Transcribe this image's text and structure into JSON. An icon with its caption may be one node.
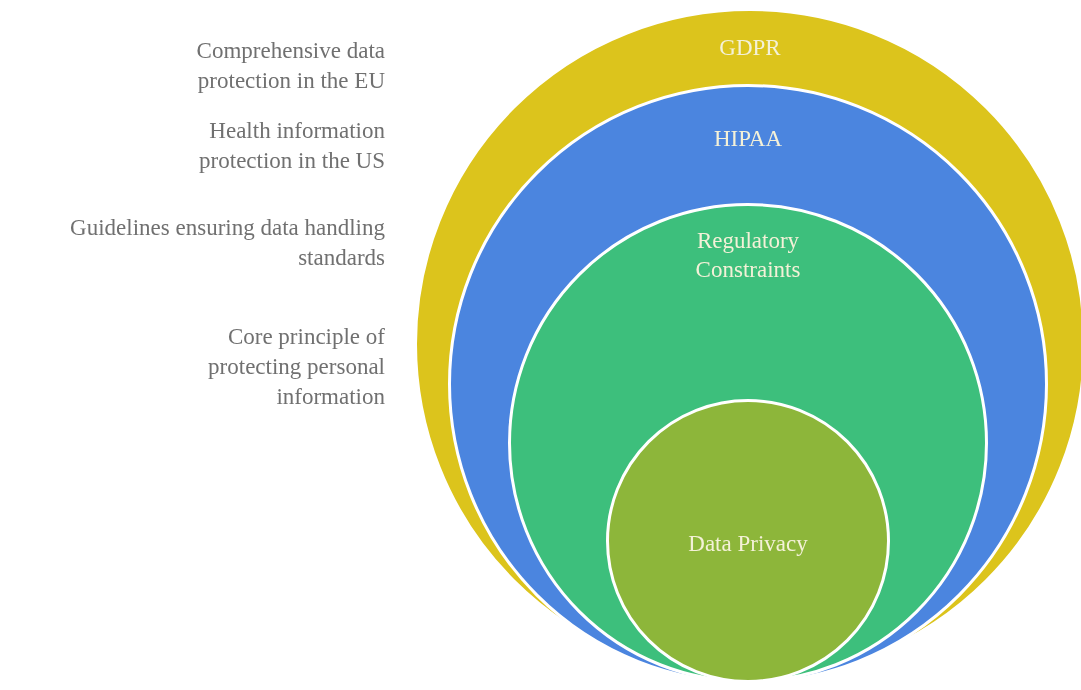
{
  "diagram": {
    "nodes": [
      {
        "text": [
          "GDPR"
        ]
      },
      {
        "text": [
          "HIPAA"
        ],
        "in": 0
      },
      {
        "text": [
          "Regulatory Constraints"
        ],
        "in": 1
      },
      {
        "text": [
          "Data Privacy"
        ],
        "in": 2
      }
    ],
    "labels": [
      "Comprehensive data protection in the EU",
      "Health information protection in the US",
      "Guidelines ensuring data handling standards",
      "Core principle of protecting personal information"
    ]
  }
}
